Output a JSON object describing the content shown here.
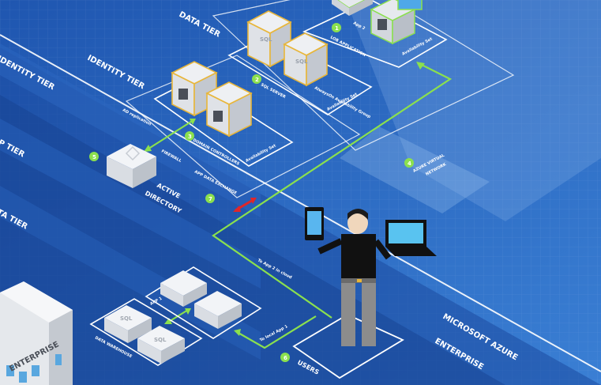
{
  "tiers": {
    "data_tier": "DATA TIER",
    "identity_tier": "IDENTITY TIER",
    "identity_tier_left": "IDENTITY TIER",
    "app_tier_left": "APP TIER",
    "data_tier_left": "DATA TIER"
  },
  "regions": {
    "microsoft_azure": "MICROSOFT AZURE",
    "enterprise_right": "ENTERPRISE",
    "enterprise_building": "ENTERPRISE"
  },
  "badges": [
    "1",
    "2",
    "3",
    "4",
    "5",
    "6",
    "7"
  ],
  "labels": {
    "app_top": "App 2",
    "lob_application": "LOB APPLICATION",
    "availability_set_1": "Availability Set",
    "sql_server": "SQL SERVER",
    "always_on": "AlwaysOn Availability Group",
    "availability_set_2": "Availability Set",
    "domain_controllers": "DOMAIN CONTROLLERS",
    "availability_set_3": "Availability Set",
    "ad_replication": "AD replication",
    "firewall": "FIREWALL",
    "app_data_exchange": "APP DATA EXCHANGE",
    "active": "ACTIVE",
    "directory": "DIRECTORY",
    "azure_virtual": "AZURE VIRTUAL",
    "network": "NETWORK",
    "to_app2_cloud": "To App 2 in cloud",
    "to_local_app1": "To local App 1",
    "app1": "APP 1",
    "data_warehouse": "DATA WAREHOUSE",
    "users": "USERS"
  },
  "servers": {
    "sql_label": "SQL"
  },
  "colors": {
    "background": "#2a5fb8",
    "accent_green": "#8be04e",
    "server_gold": "#e8b63a",
    "alert_red": "#e0262a"
  }
}
